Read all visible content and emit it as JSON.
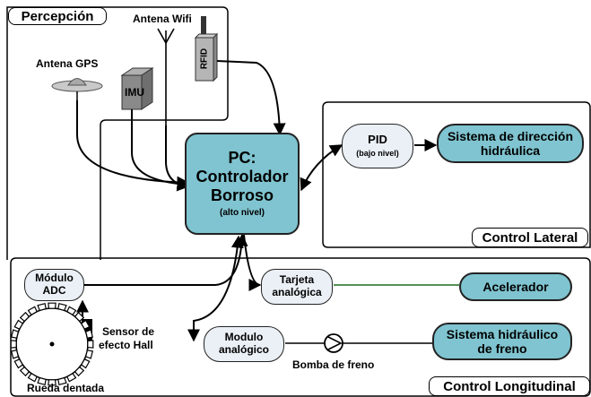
{
  "groups": {
    "perception": "Percepción",
    "lateral": "Control Lateral",
    "longitudinal": "Control Longitudinal"
  },
  "perception": {
    "wifi_label": "Antena Wifi",
    "gps_label": "Antena GPS",
    "imu_label": "IMU",
    "rfid_label": "RFID"
  },
  "pc": {
    "line1": "PC:",
    "line2": "Controlador",
    "line3": "Borroso",
    "note": "(alto nivel)"
  },
  "pid": {
    "title": "PID",
    "note": "(bajo nivel)"
  },
  "steering": {
    "line1": "Sistema de dirección",
    "line2": "hidráulica"
  },
  "adc": {
    "line1": "Módulo",
    "line2": "ADC"
  },
  "analog_card": {
    "line1": "Tarjeta",
    "line2": "analógica"
  },
  "accelerator": "Acelerador",
  "analog_module": {
    "line1": "Modulo",
    "line2": "analógico"
  },
  "brake_system": {
    "line1": "Sistema hidráulico",
    "line2": "de freno"
  },
  "pump_label": "Bomba de freno",
  "hall": {
    "line1": "Sensor de",
    "line2": "efecto Hall"
  },
  "wheel_label": "Rueda dentada",
  "colors": {
    "teal": "#7fc4d0",
    "pale": "#eaf0f6",
    "imu_gray": "#8a8a8a",
    "rfid_gray": "#b5b5b5",
    "green_line": "#1f6b1f"
  }
}
